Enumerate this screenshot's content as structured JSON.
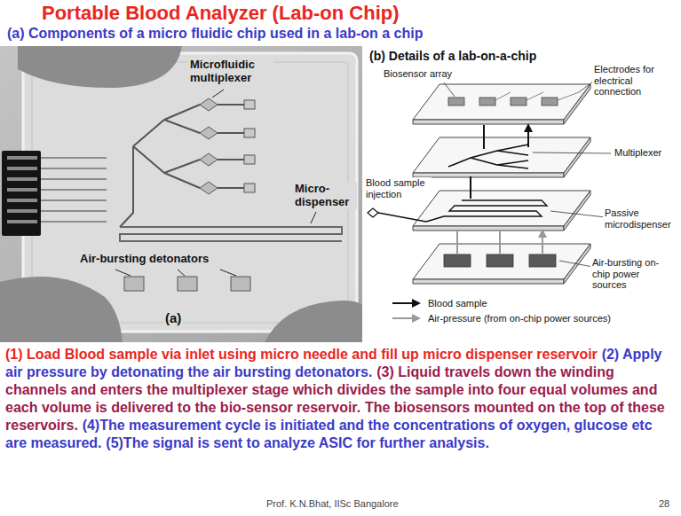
{
  "diagram": {
    "title": "Portable Blood Analyzer (Lab-on Chip)",
    "labels": [
      "(a) Components of a micro fluidic chip used in a lab-on a chip",
      "Microfluidic multiplexer",
      "Micro-dispenser",
      "Air-bursting detonators",
      "(a)",
      "(b) Details of a lab-on-a-chip",
      "Biosensor array",
      "Electrodes for electrical connection",
      "Multiplexer",
      "Blood sample injection",
      "Passive microdispenser",
      "Air-bursting on-chip power sources",
      "(1) Load Blood sample via inlet using micro needle and fill up micro dispenser reservoir",
      "(2) Apply air pressure by detonating the air bursting detonators.",
      "(3) Liquid travels down the winding channels and enters the multiplexer stage which divides the sample into four equal volumes and each volume is delivered to the bio-sensor reservoir.",
      "The biosensors mounted on the top of these reservoirs.",
      "(4)The measurement cycle is initiated and the concentrations of oxygen, glucose etc are measured.",
      "(5)The signal is sent to analyze ASIC for further analysis.",
      "Prof. K.N.Bhat, IISc Bangalore",
      "28"
    ],
    "legend": [
      {
        "text": "Blood sample"
      },
      {
        "text": "Air-pressure (from on-chip power sources)"
      }
    ]
  }
}
